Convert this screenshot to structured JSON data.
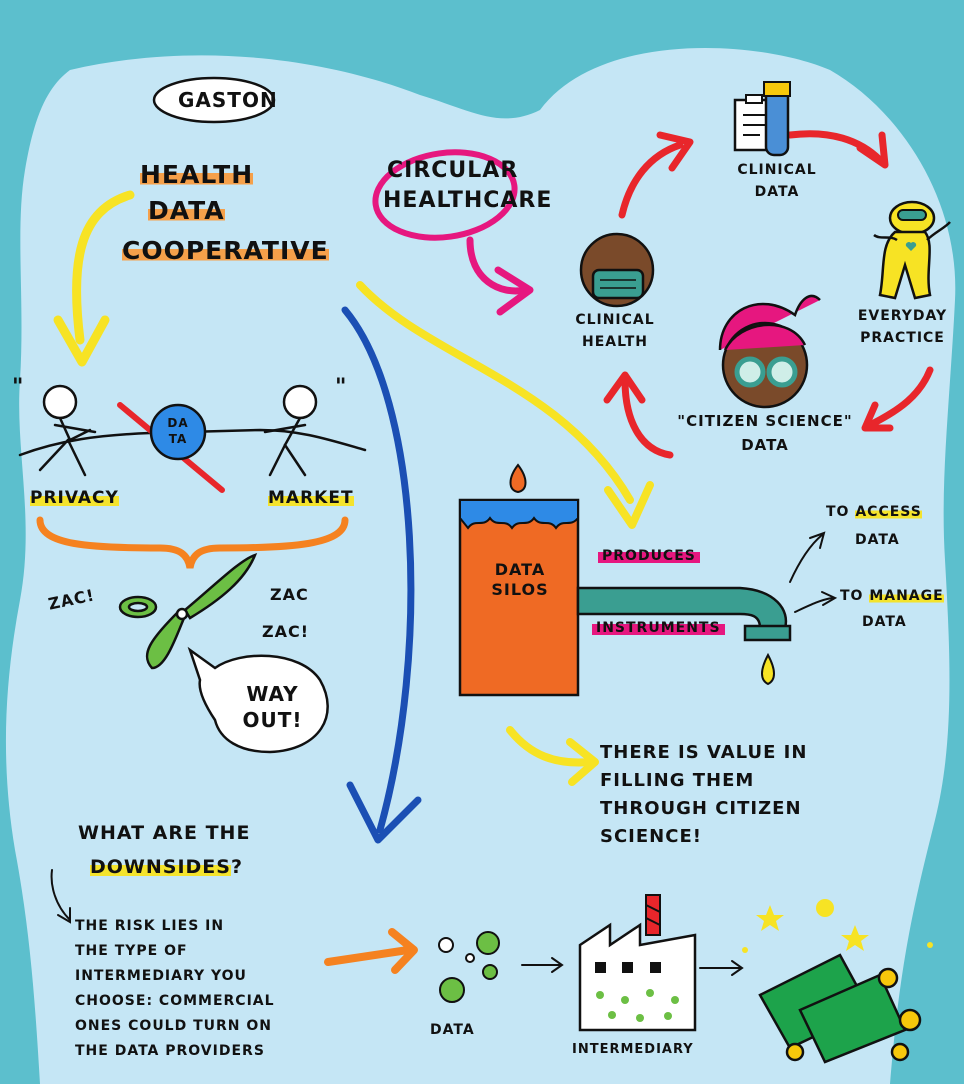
{
  "colors": {
    "page_background": "#5cbfcd",
    "bubble": "#c5e6f5",
    "yellow_arrow": "#f7e324",
    "red_arrow": "#e8262b",
    "blue_arrow": "#1b4fb4",
    "orange": "#f58220",
    "pink": "#e6177f",
    "teal_pipe": "#3a9e91",
    "silo_orange": "#ef6a24",
    "green": "#6cbf44",
    "money_green": "#1da34b",
    "coin_gold": "#f7c80b"
  },
  "header": {
    "speaker": "GASTON",
    "title_lines": [
      "HEALTH",
      "DATA",
      "COOPERATIVE"
    ]
  },
  "circular": {
    "label_lines": [
      "CIRCULAR",
      "HEALTHCARE"
    ],
    "clinical_data": [
      "CLINICAL",
      "DATA"
    ],
    "everyday_practice": [
      "EVERYDAY",
      "PRACTICE"
    ],
    "citizen_science": [
      "\"CITIZEN SCIENCE\"",
      "DATA"
    ],
    "clinical_health": [
      "CLINICAL",
      "HEALTH"
    ],
    "icons": [
      "clipboard-icon",
      "test-tube-icon",
      "person-icon",
      "masked-face-icon",
      "goggles-face-icon"
    ]
  },
  "tug_of_war": {
    "ball": [
      "DA",
      "TA"
    ],
    "left_label": "PRIVACY",
    "right_label": "MARKET",
    "quote_open": "\"",
    "quote_close": "\""
  },
  "scissors": {
    "sound_left": "ZAC!",
    "sound_right_1": "ZAC",
    "sound_right_2": "ZAC!",
    "bubble_lines": [
      "WAY",
      "OUT!"
    ]
  },
  "silo": {
    "label_lines": [
      "DATA",
      "SILOS"
    ],
    "produces": "PRODUCES",
    "instruments": "INSTRUMENTS",
    "to_access": [
      "TO",
      "ACCESS",
      "DATA"
    ],
    "to_manage": [
      "TO",
      "MANAGE",
      "DATA"
    ],
    "value_lines": [
      "THERE IS VALUE IN",
      "FILLING THEM",
      "THROUGH CITIZEN",
      "SCIENCE!"
    ]
  },
  "downsides": {
    "question_prefix": "WHAT ARE THE",
    "question_word": "DOWNSIDES",
    "question_mark": "?",
    "risk_lines": [
      "THE RISK LIES IN",
      "THE TYPE OF",
      "INTERMEDIARY YOU",
      "CHOOSE: COMMERCIAL",
      "ONES COULD TURN ON",
      "THE DATA PROVIDERS"
    ],
    "data_label": "DATA",
    "intermediary_label": "INTERMEDIARY"
  }
}
